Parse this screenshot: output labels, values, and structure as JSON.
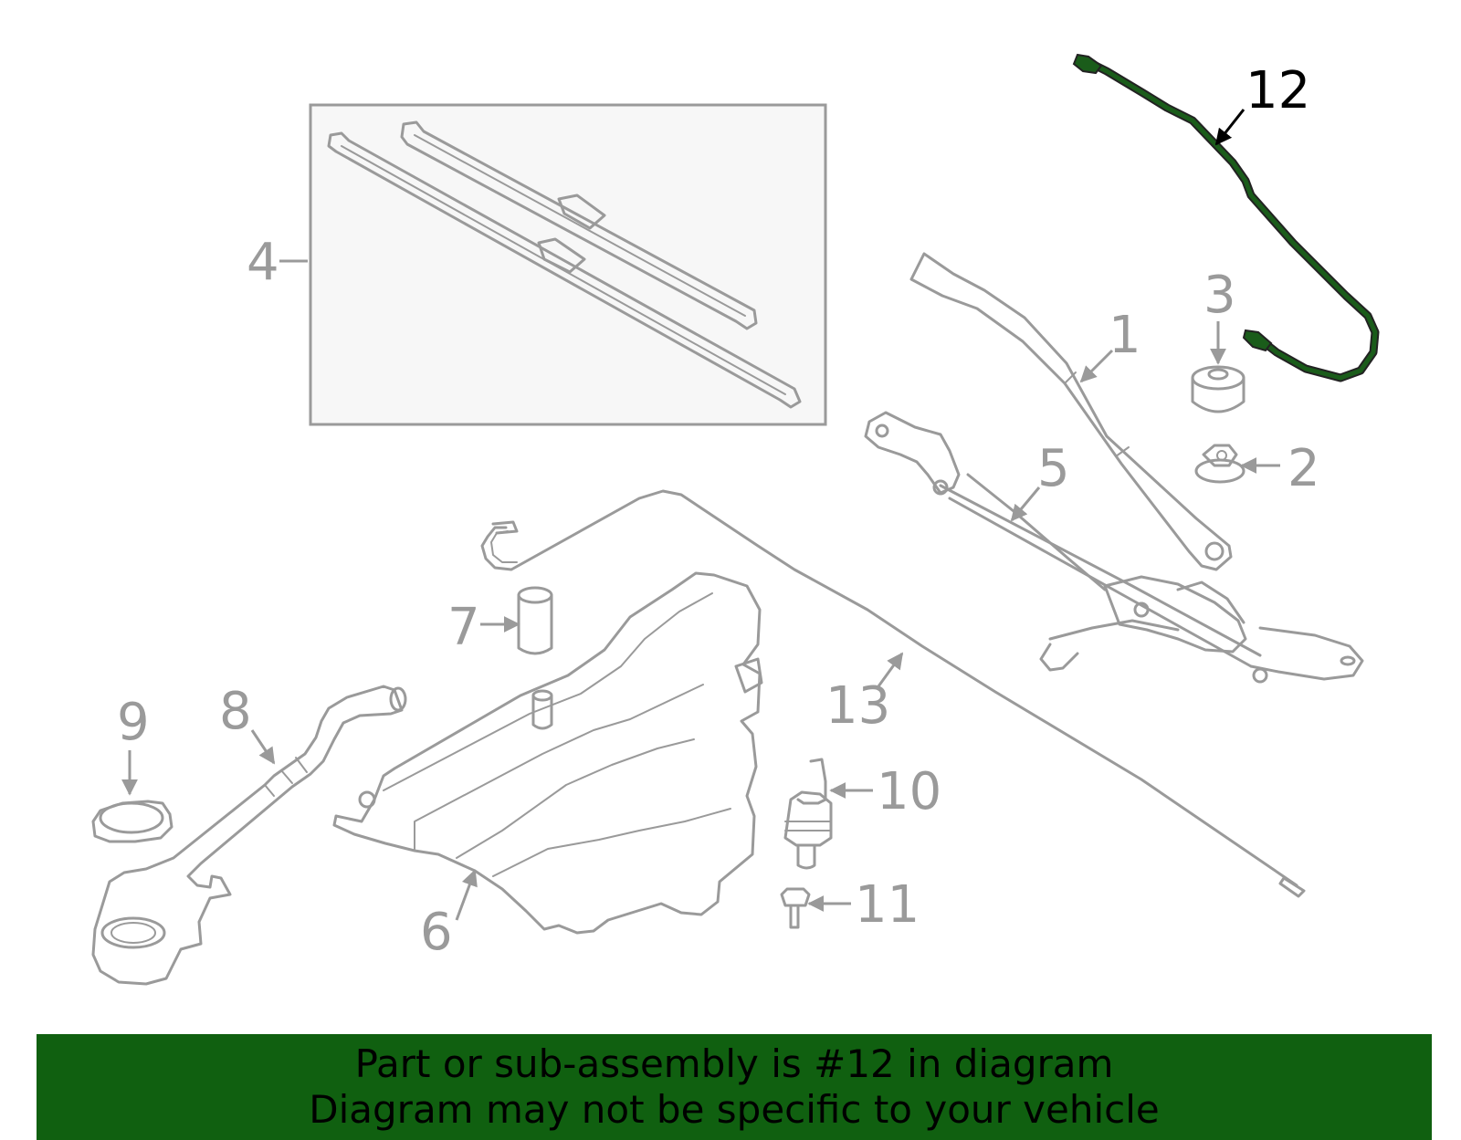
{
  "diagram": {
    "highlight_color": "#1a5c1a",
    "part_color": "#9a9a9a",
    "callouts": {
      "p1": "1",
      "p2": "2",
      "p3": "3",
      "p4": "4",
      "p5": "5",
      "p6": "6",
      "p7": "7",
      "p8": "8",
      "p9": "9",
      "p10": "10",
      "p11": "11",
      "p12": "12",
      "p13": "13"
    }
  },
  "banner": {
    "background": "#106010",
    "line1": "Part or sub-assembly is #12 in diagram",
    "line2": "Diagram may not be specific to your vehicle"
  }
}
